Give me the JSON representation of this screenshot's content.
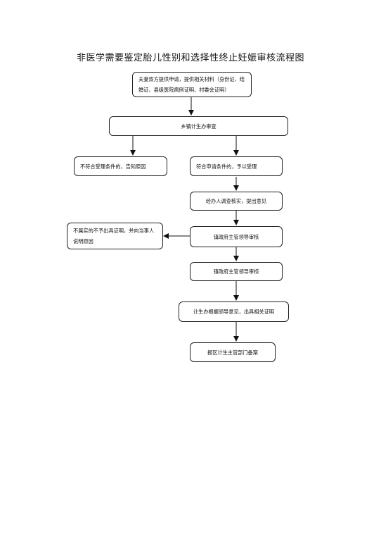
{
  "title": "非医学需要鉴定胎儿性别和选择性终止妊娠审核流程图",
  "nodes": {
    "apply": "夫妻双方提供申请，提供相关材料（身份证、结婚证、县级医院病例证明、村委会证明）",
    "township_review": "乡镇计生办审查",
    "reject": "不符合受理条件的，告知原因",
    "accept": "符合申请条件的，予以受理",
    "investigate": "经办人调查核实，提出意见",
    "no_certificate": "不属实的不予出具证明，并向当事人说明原因",
    "leader_review_1": "镇政府主管领导审核",
    "leader_review_2": "镇政府主管领导审核",
    "issue_certificate": "计生办根据领导意见，出具相关证明",
    "file_record": "报区计生主管部门备案"
  }
}
